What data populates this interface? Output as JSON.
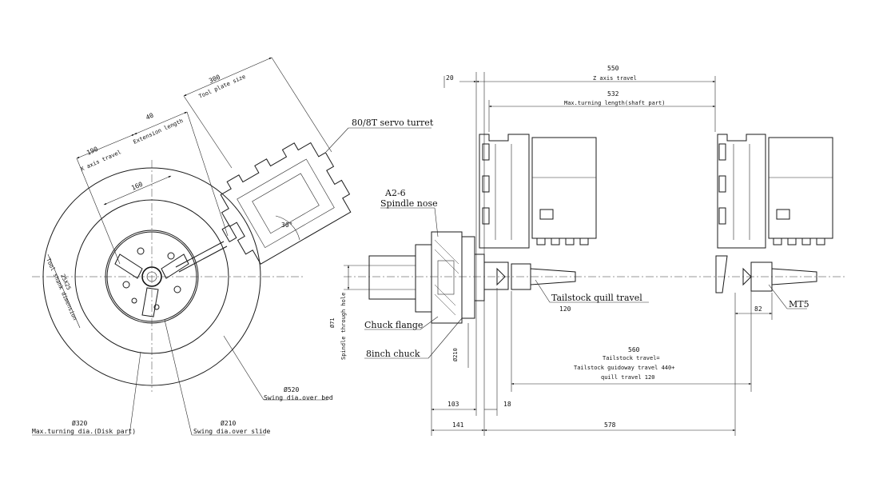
{
  "left_view": {
    "dims": {
      "d300": "300",
      "tool_plate_size": "Tool plate size",
      "d40": "40",
      "extension_length": "Extension length",
      "d190": "190",
      "x_axis_travel": "X axis travel",
      "d160": "160",
      "angle30": "30°",
      "d25x25": "25X25",
      "tool_shank_dimension": "Tool shank dimension"
    },
    "turret_label": "80/8T servo turret",
    "swing_bed_val": "Ø520",
    "swing_bed_label": "Swing dia.over bed",
    "max_disk_val": "Ø320",
    "max_disk_label": "Max.turning dia.(Disk part)",
    "swing_slide_val": "Ø210",
    "swing_slide_label": "Swing dia.over slide"
  },
  "right_view": {
    "d550": "550",
    "z_axis_travel": "Z axis travel",
    "d20": "20",
    "d532": "532",
    "max_turning_length": "Max.turning length(shaft part)",
    "a2_6": "A2-6",
    "spindle_nose": "Spindle nose",
    "tailstock_quill_travel": "Tailstock quill travel",
    "d120": "120",
    "d82": "82",
    "mt5": "MT5",
    "spindle_through_hole_val": "Ø71",
    "spindle_through_hole": "Spindle through hole",
    "chuck_flange": "Chuck flange",
    "chuck_8inch": "8inch chuck",
    "d210": "Ø210",
    "d560": "560",
    "tailstock_travel_1": "Tailstock travel=",
    "tailstock_travel_2": "Tailstock guidoway travel 440+",
    "tailstock_travel_3": "quill travel 120",
    "d103": "103",
    "d18": "18",
    "d141": "141",
    "d578": "578"
  }
}
